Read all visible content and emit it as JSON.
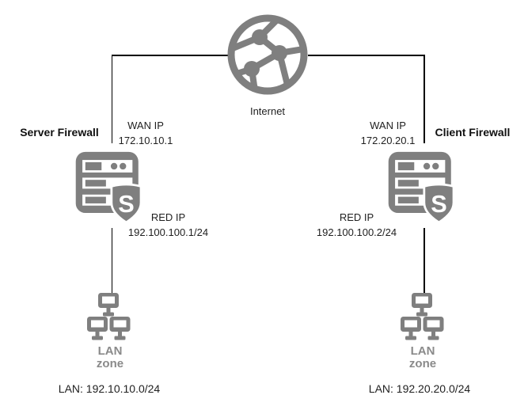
{
  "colors": {
    "icon_gray": "#7f7f7f",
    "zone_text_gray": "#8a8a8a",
    "line_black": "#000000",
    "text_black": "#1f1f1f",
    "background": "#ffffff"
  },
  "internet": {
    "label": "Internet"
  },
  "left": {
    "firewall_name": "Server Firewall",
    "wan_label": "WAN IP",
    "wan_ip": "172.10.10.1",
    "red_label": "RED IP",
    "red_ip": "192.100.100.1/24",
    "shield_letter": "S",
    "lan_word": "LAN",
    "zone_word": "zone",
    "lan_subnet": "LAN: 192.10.10.0/24"
  },
  "right": {
    "firewall_name": "Client Firewall",
    "wan_label": "WAN IP",
    "wan_ip": "172.20.20.1",
    "red_label": "RED IP",
    "red_ip": "192.100.100.2/24",
    "shield_letter": "S",
    "lan_word": "LAN",
    "zone_word": "zone",
    "lan_subnet": "LAN: 192.20.20.0/24"
  }
}
